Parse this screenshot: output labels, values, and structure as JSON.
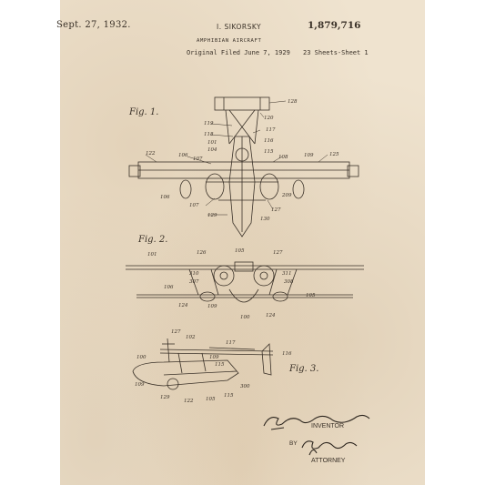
{
  "header": {
    "date": "Sept. 27, 1932.",
    "inventor": "I. SIKORSKY",
    "patent_number": "1,879,716",
    "title": "AMPHIBIAN AIRCRAFT",
    "filed": "Original Filed June 7, 1929",
    "sheets": "23 Sheets-Sheet 1"
  },
  "figures": [
    {
      "label": "Fig. 1."
    },
    {
      "label": "Fig. 2."
    },
    {
      "label": "Fig. 3."
    }
  ],
  "signature": {
    "inventor_label": "INVENTOR",
    "by": "BY",
    "attorney_label": "ATTORNEY"
  },
  "colors": {
    "paper": "#efe3cf",
    "ink": "#3a3128"
  }
}
